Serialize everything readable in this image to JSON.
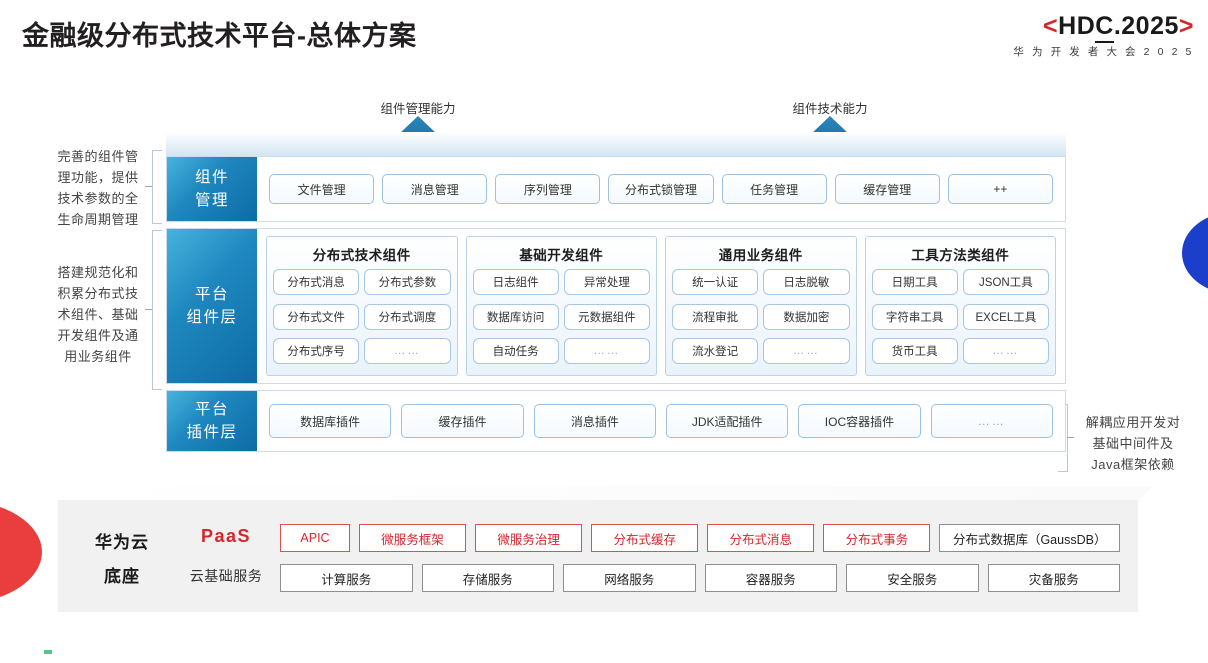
{
  "header": {
    "title": "金融级分布式技术平台-总体方案",
    "logo_bracket_left": "<",
    "logo_bracket_right": ">",
    "logo_main_pre": "HD",
    "logo_main_c": "C",
    "logo_main_post": ".2025",
    "logo_sub": "华 为 开 发 者 大 会 2 0 2 5",
    "accent_red": "#d7252c"
  },
  "arrows": [
    {
      "label": "组件管理能力"
    },
    {
      "label": "组件技术能力"
    }
  ],
  "side_notes": {
    "left": [
      "完善的组件管\n理功能，提供\n技术参数的全\n生命周期管理",
      "搭建规范化和\n积累分布式技\n术组件、基础\n开发组件及通\n用业务组件"
    ],
    "right": [
      "解耦应用开发对\n基础中间件及\nJava框架依赖"
    ]
  },
  "layers": {
    "component_mgmt": {
      "label": "组件\n管理",
      "items": [
        "文件管理",
        "消息管理",
        "序列管理",
        "分布式锁管理",
        "任务管理",
        "缓存管理",
        "++"
      ]
    },
    "platform_components": {
      "label": "平台\n组件层",
      "groups": [
        {
          "title": "分布式技术组件",
          "items": [
            "分布式消息",
            "分布式参数",
            "分布式文件",
            "分布式调度",
            "分布式序号",
            "……"
          ]
        },
        {
          "title": "基础开发组件",
          "items": [
            "日志组件",
            "异常处理",
            "数据库访问",
            "元数据组件",
            "自动任务",
            "……"
          ]
        },
        {
          "title": "通用业务组件",
          "items": [
            "统一认证",
            "日志脱敏",
            "流程审批",
            "数据加密",
            "流水登记",
            "……"
          ]
        },
        {
          "title": "工具方法类组件",
          "items": [
            "日期工具",
            "JSON工具",
            "字符串工具",
            "EXCEL工具",
            "货币工具",
            "……"
          ]
        }
      ]
    },
    "plugin": {
      "label": "平台\n插件层",
      "items": [
        "数据库插件",
        "缓存插件",
        "消息插件",
        "JDK适配插件",
        "IOC容器插件",
        "……"
      ]
    }
  },
  "cloud_base": {
    "title": "华为云\n底座",
    "paas_label": "PaaS",
    "basic_label": "云基础服务",
    "paas_items": [
      {
        "text": "APIC",
        "style": "red"
      },
      {
        "text": "微服务框架",
        "style": "red"
      },
      {
        "text": "微服务治理",
        "style": "red"
      },
      {
        "text": "分布式缓存",
        "style": "red"
      },
      {
        "text": "分布式消息",
        "style": "red"
      },
      {
        "text": "分布式事务",
        "style": "red"
      },
      {
        "text": "分布式数据库（GaussDB）",
        "style": "neutral"
      }
    ],
    "basic_items": [
      "计算服务",
      "存储服务",
      "网络服务",
      "容器服务",
      "安全服务",
      "灾备服务"
    ]
  }
}
